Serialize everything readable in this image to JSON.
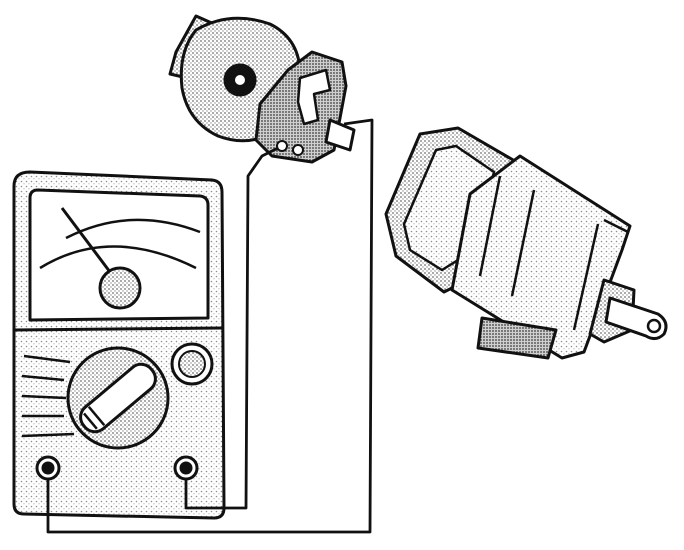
{
  "colors": {
    "ink": "#111111",
    "paper": "#ffffff",
    "stipple": "#9a9a9a"
  },
  "illustration": {
    "components": [
      {
        "name": "multimeter",
        "icon": "analog-multimeter"
      },
      {
        "name": "sensor",
        "icon": "throttle-position-sensor"
      },
      {
        "name": "actuator",
        "icon": "actuator-motor-housing"
      }
    ]
  }
}
